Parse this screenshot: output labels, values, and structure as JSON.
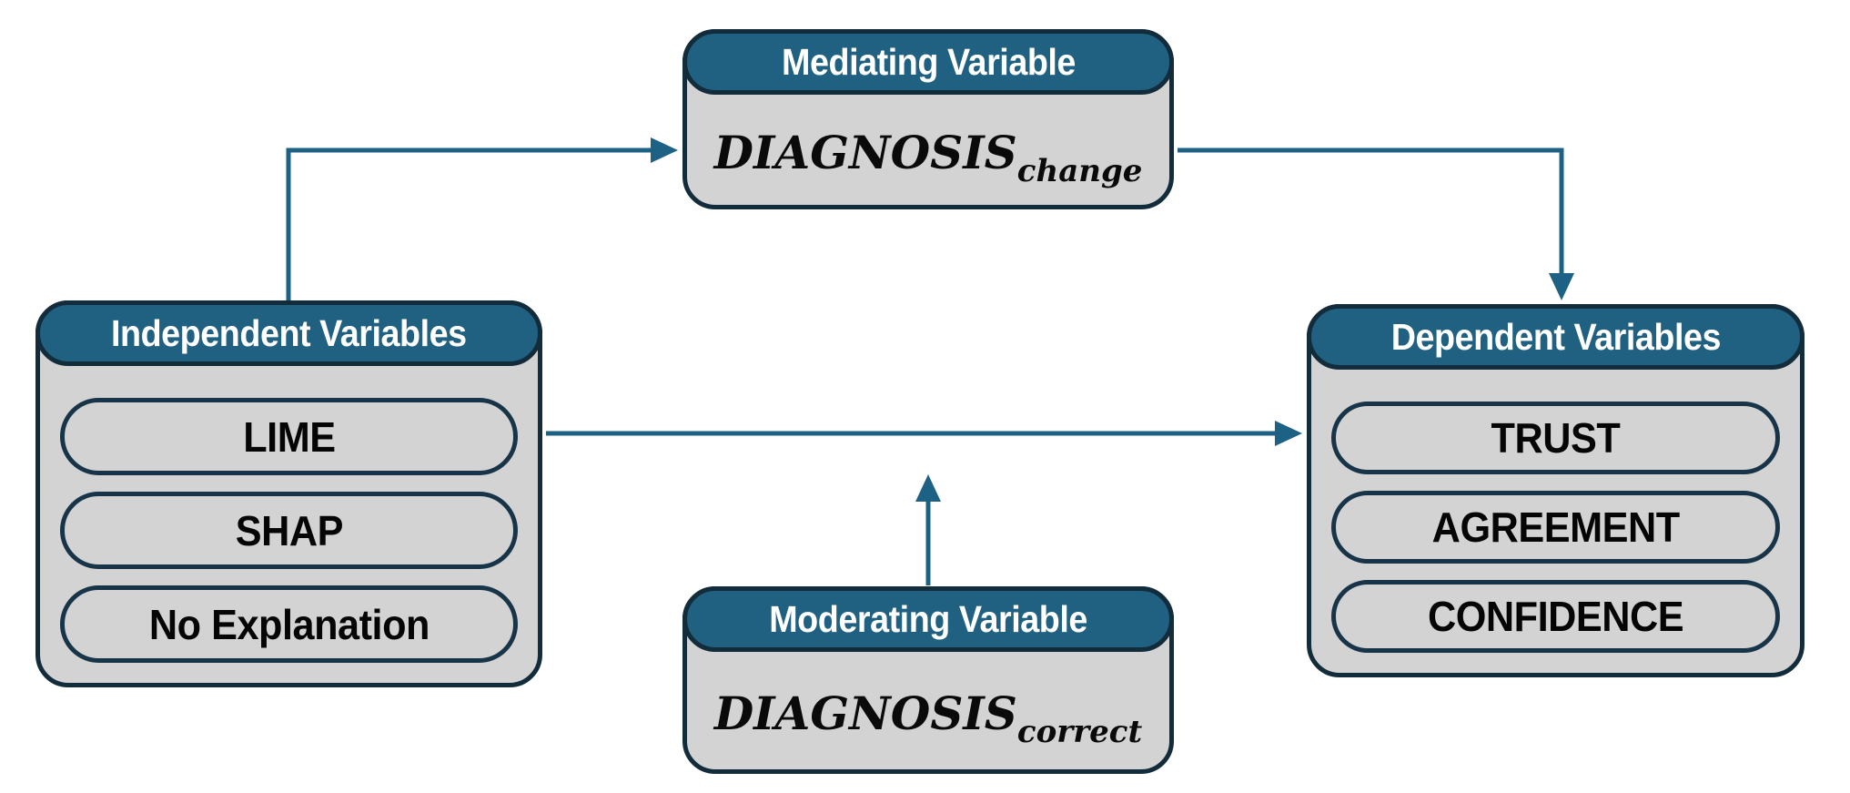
{
  "diagram": {
    "background": "#ffffff",
    "colors": {
      "header_fill": "#206080",
      "box_fill": "#d3d3d3",
      "box_border": "#132c3c",
      "pill_border": "#173448",
      "arrow": "#1d6285",
      "title_text": "#ffffff",
      "item_text": "#050505"
    },
    "boxes": {
      "independent": {
        "title": "Independent Variables",
        "items": [
          "LIME",
          "SHAP",
          "No Explanation"
        ]
      },
      "mediating": {
        "title": "Mediating Variable",
        "formula": {
          "base": "DIAGNOSIS",
          "sub": "change"
        }
      },
      "moderating": {
        "title": "Moderating Variable",
        "formula": {
          "base": "DIAGNOSIS",
          "sub": "correct"
        }
      },
      "dependent": {
        "title": "Dependent Variables",
        "items": [
          "TRUST",
          "AGREEMENT",
          "CONFIDENCE"
        ]
      }
    },
    "edges": [
      {
        "from": "independent",
        "to": "mediating",
        "shape": "elbow-up-right",
        "arrowhead": "right"
      },
      {
        "from": "mediating",
        "to": "dependent",
        "shape": "elbow-right-down",
        "arrowhead": "down"
      },
      {
        "from": "independent",
        "to": "dependent",
        "shape": "straight-horizontal",
        "arrowhead": "right"
      },
      {
        "from": "moderating",
        "to": "independent-dependent-arrow",
        "shape": "straight-vertical",
        "arrowhead": "up"
      }
    ]
  }
}
